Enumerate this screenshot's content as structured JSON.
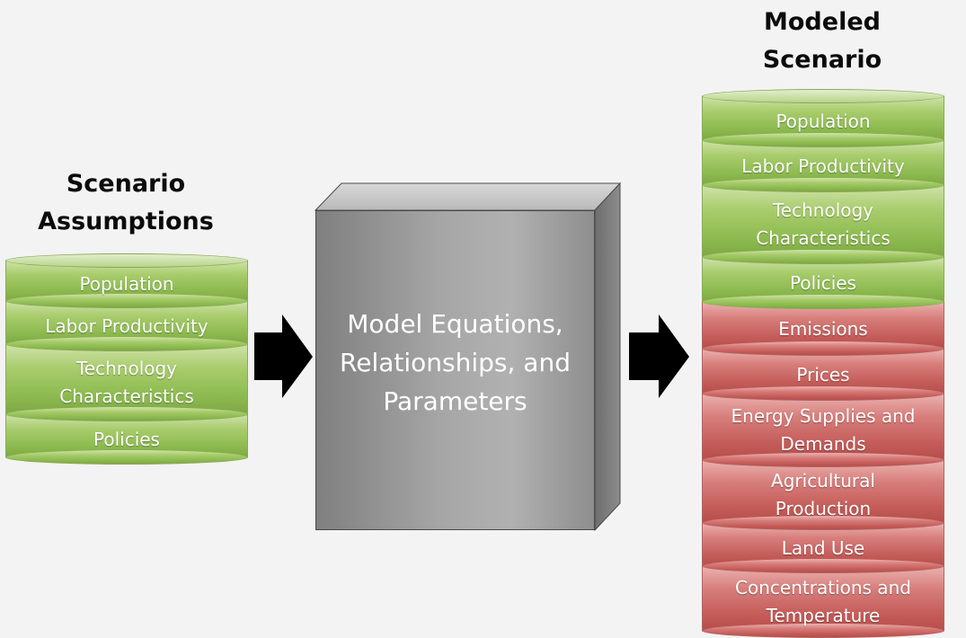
{
  "input": {
    "title": "Scenario\nAssumptions",
    "items": [
      {
        "label": "Population",
        "color": "green"
      },
      {
        "label": "Labor Productivity",
        "color": "green"
      },
      {
        "label": "Technology\nCharacteristics",
        "color": "green"
      },
      {
        "label": "Policies",
        "color": "green"
      }
    ]
  },
  "model": {
    "label": "Model Equations,\nRelationships, and\nParameters"
  },
  "output": {
    "title": "Modeled\nScenario",
    "items": [
      {
        "label": "Population",
        "color": "green"
      },
      {
        "label": "Labor Productivity",
        "color": "green"
      },
      {
        "label": "Technology\nCharacteristics",
        "color": "green"
      },
      {
        "label": "Policies",
        "color": "green"
      },
      {
        "label": "Emissions",
        "color": "red"
      },
      {
        "label": "Prices",
        "color": "red"
      },
      {
        "label": "Energy Supplies and\nDemands",
        "color": "red"
      },
      {
        "label": "Agricultural\nProduction",
        "color": "red"
      },
      {
        "label": "Land Use",
        "color": "red"
      },
      {
        "label": "Concentrations and\nTemperature",
        "color": "red"
      }
    ]
  },
  "colors": {
    "input_layer": "#9bc45f",
    "output_layer": "#c9625f",
    "model_box": "#a6a6a6",
    "arrow": "#000000"
  }
}
